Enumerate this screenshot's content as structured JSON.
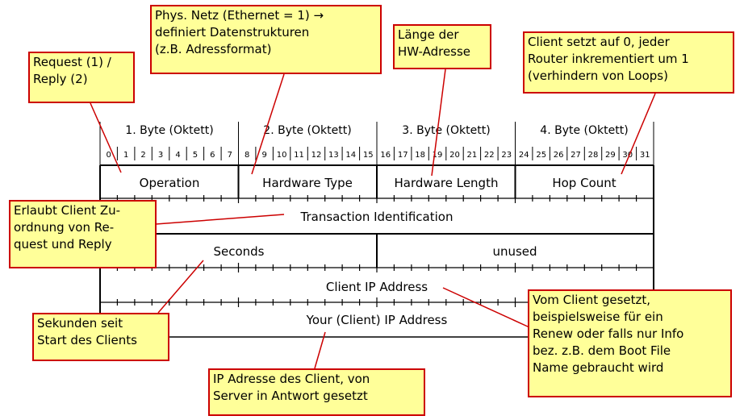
{
  "header": {
    "byte_labels": [
      "1. Byte (Oktett)",
      "2. Byte (Oktett)",
      "3. Byte (Oktett)",
      "4. Byte (Oktett)"
    ],
    "bit_numbers": [
      "0",
      "1",
      "2",
      "3",
      "4",
      "5",
      "6",
      "7",
      "8",
      "9",
      "10",
      "11",
      "12",
      "13",
      "14",
      "15",
      "16",
      "17",
      "18",
      "19",
      "20",
      "21",
      "22",
      "23",
      "24",
      "25",
      "26",
      "27",
      "28",
      "29",
      "30",
      "31"
    ]
  },
  "fields": {
    "operation": "Operation",
    "hardware_type": "Hardware Type",
    "hardware_length": "Hardware Length",
    "hop_count": "Hop Count",
    "transaction_id": "Transaction Identification",
    "seconds": "Seconds",
    "unused": "unused",
    "client_ip": "Client IP  Address",
    "your_client_ip": "Your (Client) IP Address"
  },
  "callouts": {
    "request_reply": "Request (1) /\nReply (2)",
    "phys_netz": "Phys. Netz (Ethernet = 1) →\ndefiniert Datenstrukturen\n(z.B. Adressformat)",
    "laenge_hw": "Länge der\nHW-Adresse",
    "client_setzt": "Client setzt auf 0, jeder\nRouter inkrementiert um 1\n(verhindern von Loops)",
    "erlaubt_client": "Erlaubt Client Zu-\nordnung von Re-\nquest und Reply",
    "sekunden": "Sekunden seit\nStart des Clients",
    "vom_client": "Vom Client gesetzt,\nbeispielsweise für ein\nRenew oder falls nur Info\nbez. z.B. dem Boot File\nName gebraucht wird",
    "ip_adresse": "IP Adresse des Client, von\nServer in Antwort gesetzt"
  },
  "colors": {
    "callout_fill": "#ffff99",
    "callout_border": "#cc0000",
    "leader_line": "#cc0000",
    "grid_line": "#000000"
  }
}
